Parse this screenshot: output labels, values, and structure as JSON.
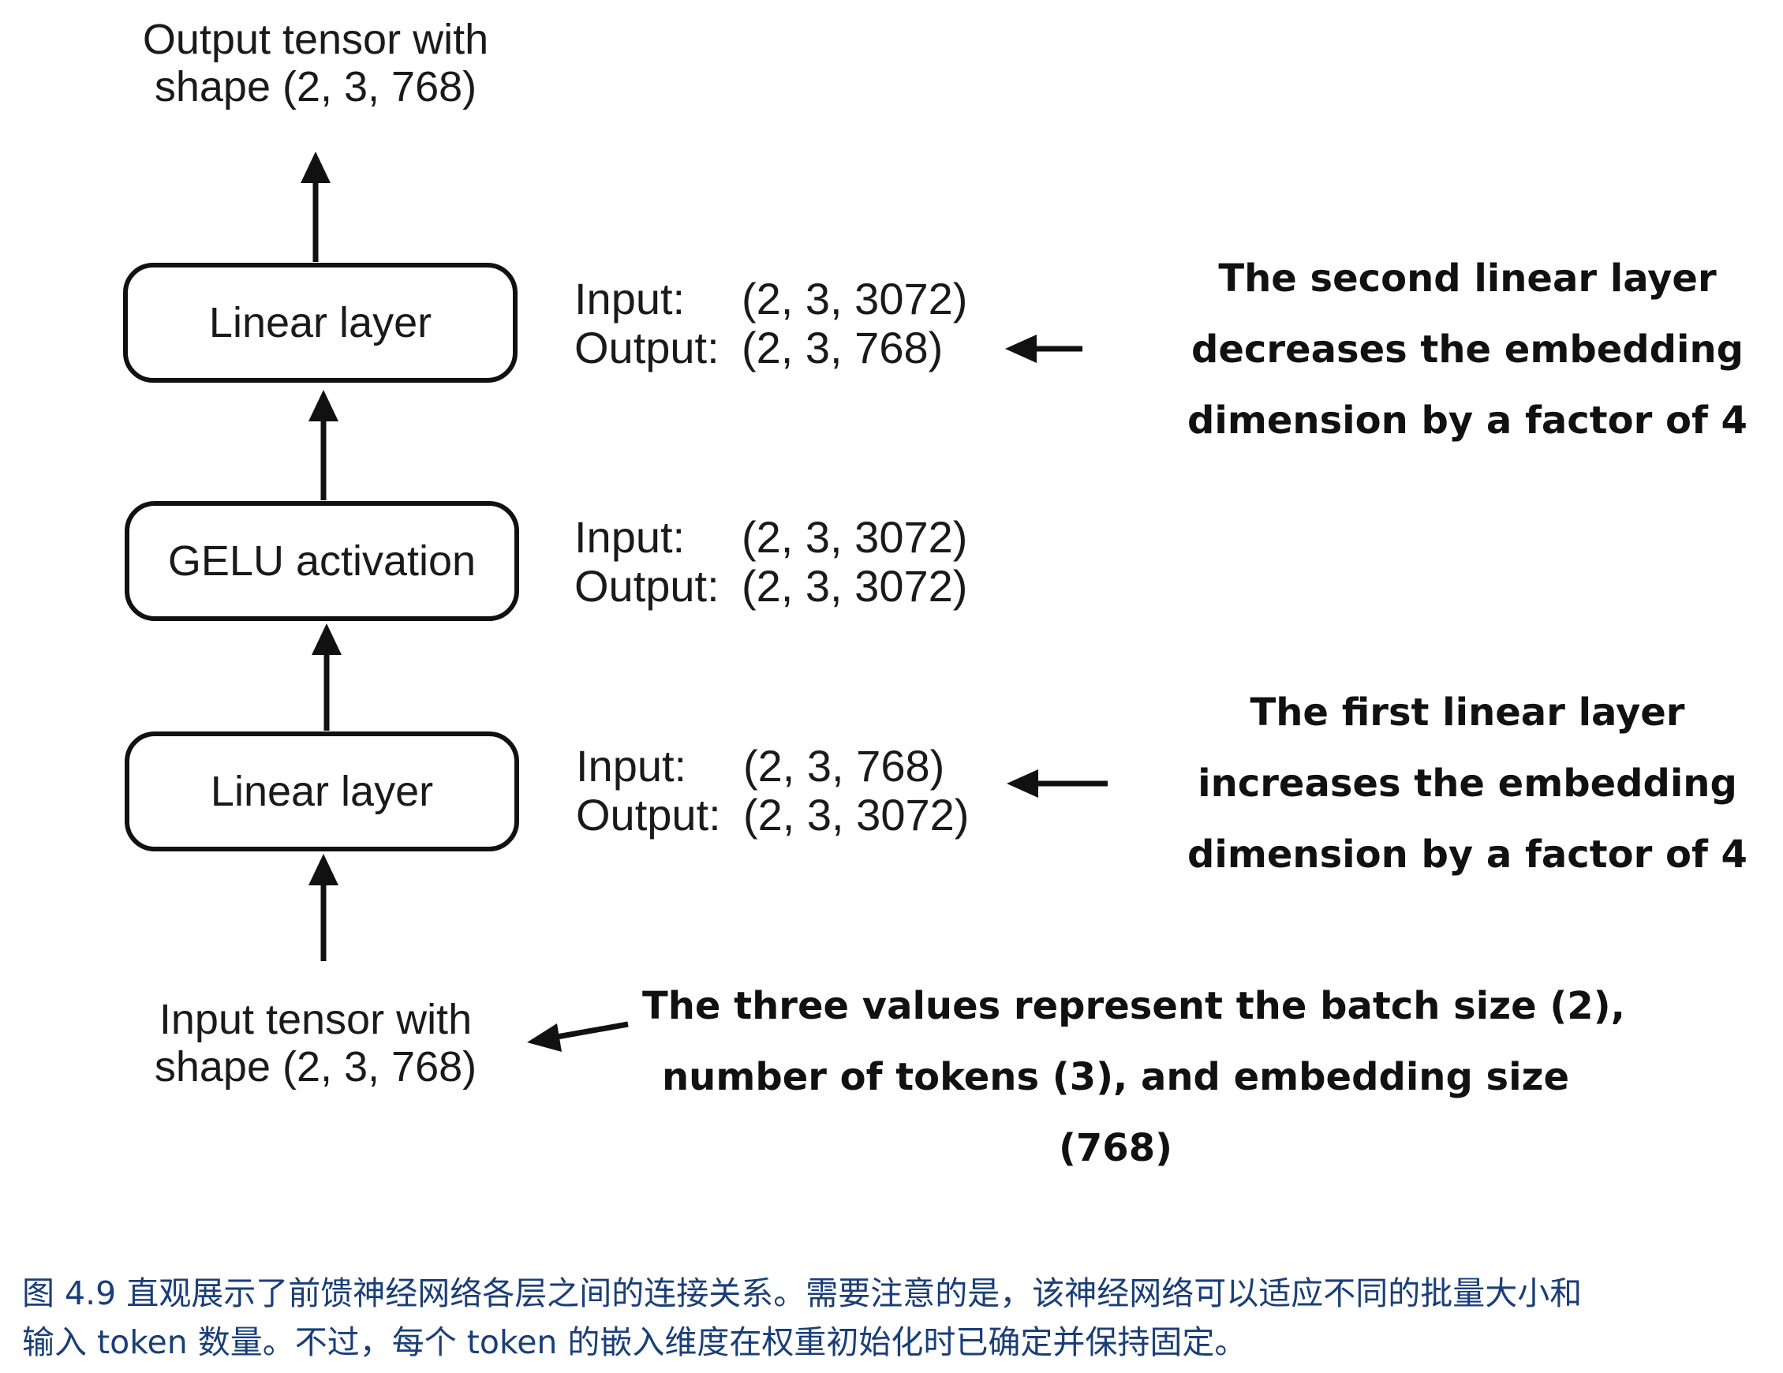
{
  "output_tensor": {
    "lines": [
      "Output tensor with",
      "shape (2, 3, 768)"
    ]
  },
  "input_tensor": {
    "lines": [
      "Input tensor with",
      "shape (2, 3, 768)"
    ]
  },
  "layers": [
    {
      "label": "Linear layer",
      "input_label": "Input:",
      "input_shape": "(2, 3, 3072)",
      "output_label": "Output:",
      "output_shape": "(2, 3, 768)"
    },
    {
      "label": "GELU activation",
      "input_label": "Input:",
      "input_shape": "(2, 3, 3072)",
      "output_label": "Output:",
      "output_shape": "(2, 3, 3072)"
    },
    {
      "label": "Linear layer",
      "input_label": "Input:",
      "input_shape": "(2, 3, 768)",
      "output_label": "Output:",
      "output_shape": "(2, 3, 3072)"
    }
  ],
  "notes": {
    "second_linear": [
      "The second linear layer",
      "decreases the embedding",
      "dimension by a factor of 4"
    ],
    "first_linear": [
      "The first linear layer",
      "increases the embedding",
      "dimension by a factor of 4"
    ],
    "input_shape": [
      "The three values represent the batch size (2),",
      "number of tokens (3), and embedding size",
      "(768)"
    ]
  },
  "caption": {
    "lines": [
      "图 4.9 直观展示了前馈神经网络各层之间的连接关系。需要注意的是，该神经网络可以适应不同的批量大小和",
      "输入 token 数量。不过，每个 token 的嵌入维度在权重初始化时已确定并保持固定。"
    ]
  },
  "colors": {
    "ink": "#111111",
    "caption_text": "#1a3e78",
    "background": "#ffffff"
  }
}
